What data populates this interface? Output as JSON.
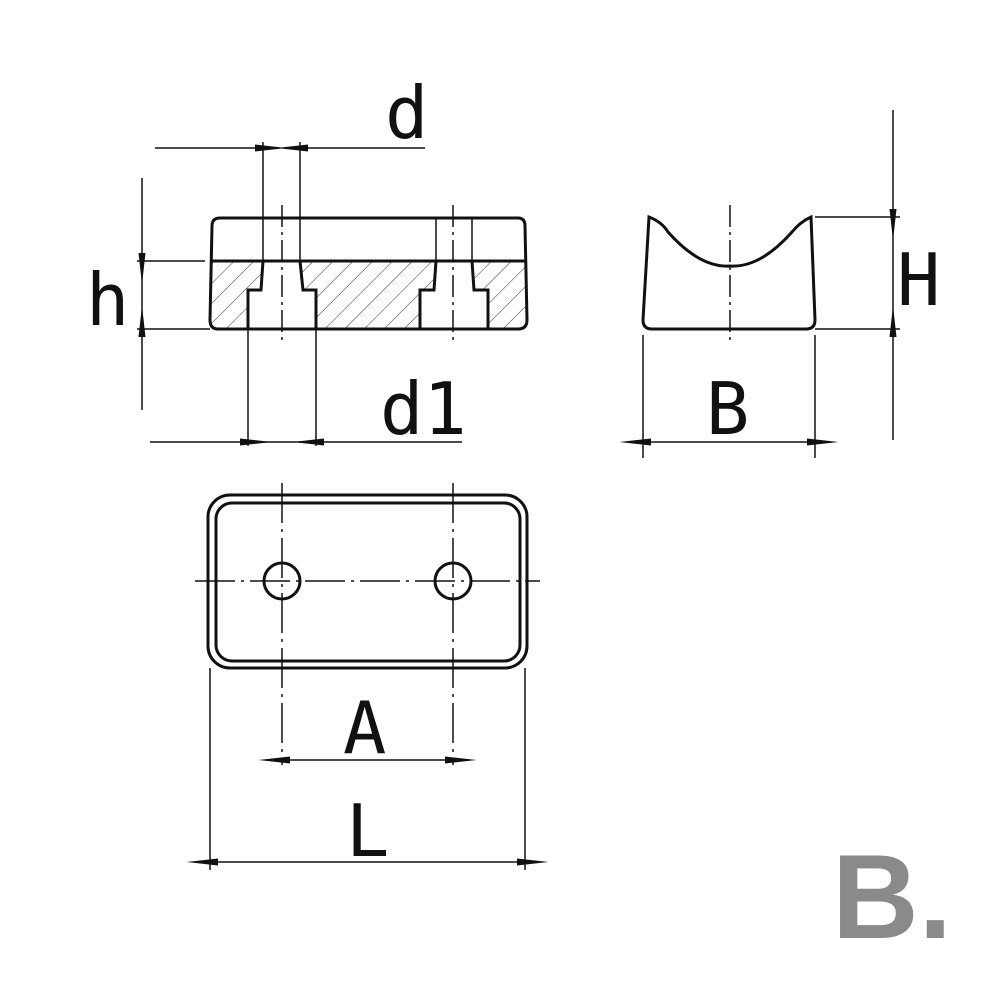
{
  "labels": {
    "d": "d",
    "h": "h",
    "d1": "d1",
    "H": "H",
    "B": "B",
    "A": "A",
    "L": "L"
  },
  "logo": {
    "text": "B.",
    "color": "#8a8a8a"
  },
  "colors": {
    "line": "#111111"
  }
}
